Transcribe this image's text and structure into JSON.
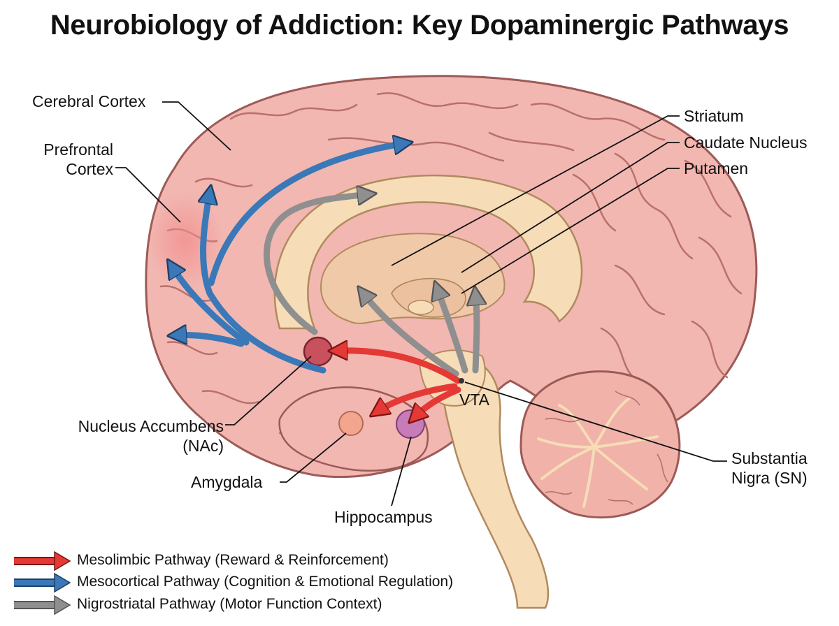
{
  "title": "Neurobiology of Addiction: Key Dopaminergic Pathways",
  "labels": {
    "cerebral_cortex": "Cerebral Cortex",
    "prefrontal_1": "Prefrontal",
    "prefrontal_2": "Cortex",
    "striatum": "Striatum",
    "caudate": "Caudate Nucleus",
    "putamen": "Putamen",
    "nac_1": "Nucleus Accumbens",
    "nac_2": "(NAc)",
    "amygdala": "Amygdala",
    "hippocampus": "Hippocampus",
    "vta": "VTA",
    "sn_1": "Substantia",
    "sn_2": "Nigra (SN)"
  },
  "legend": [
    {
      "label": "Mesolimbic Pathway (Reward & Reinforcement)",
      "color": "#e53935"
    },
    {
      "label": "Mesocortical Pathway (Cognition & Emotional Regulation)",
      "color": "#3a78b8"
    },
    {
      "label": "Nigrostriatal Pathway (Motor Function Context)",
      "color": "#8f8f8f"
    }
  ],
  "colors": {
    "brain": "#f2b7b1",
    "brain_outline": "#9c5a57",
    "inner": "#f6dcb7",
    "cerebellum": "#f0b2a9",
    "mesolimbic": "#e53935",
    "mesocortical": "#3a78b8",
    "nigrostriatal": "#8f8f8f"
  }
}
